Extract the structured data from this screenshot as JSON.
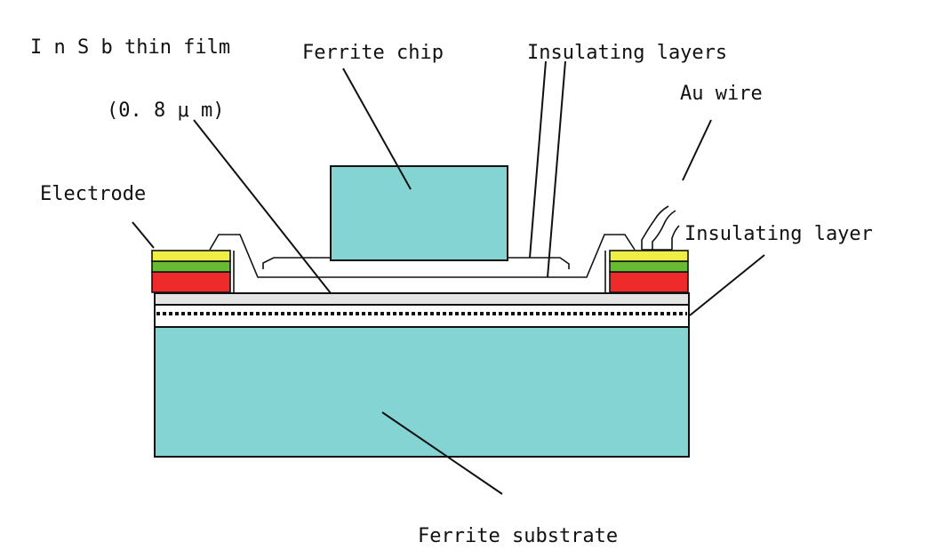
{
  "labels": {
    "insb_film": "I n S b thin film",
    "thickness": "(0. 8 μ m)",
    "ferrite_chip": "Ferrite chip",
    "insulating_layers": "Insulating layers",
    "au_wire": "Au wire",
    "electrode": "Electrode",
    "insulating_layer": "Insulating layer",
    "ferrite_substrate": "Ferrite substrate"
  },
  "colors": {
    "ferrite": "#84d4d4",
    "electrode_top": "#eeee44",
    "electrode_mid": "#66bb33",
    "electrode_bottom": "#ee2a2a",
    "film": "#e4e4e4",
    "line": "#111111"
  }
}
